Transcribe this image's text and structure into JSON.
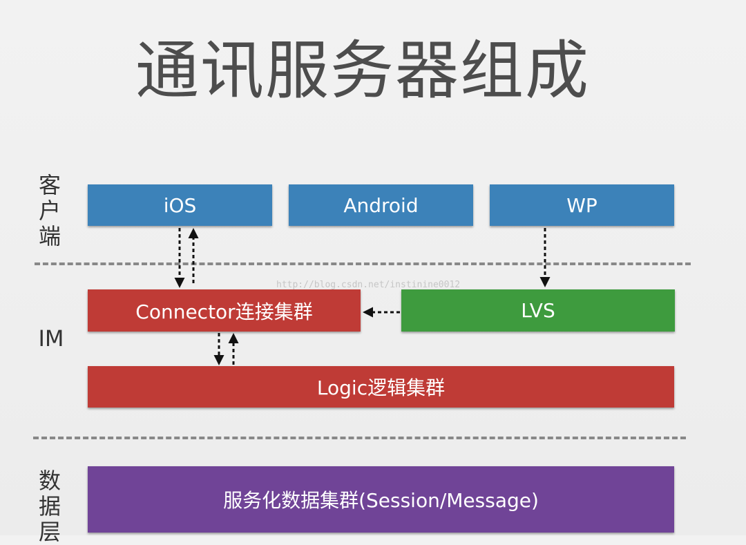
{
  "title": "通讯服务器组成",
  "layers": {
    "client": "客\n户\n端",
    "im": "IM",
    "data": "数\n据\n层"
  },
  "boxes": {
    "ios": "iOS",
    "android": "Android",
    "wp": "WP",
    "connector": "Connector连接集群",
    "lvs": "LVS",
    "logic": "Logic逻辑集群",
    "data": "服务化数据集群(Session/Message)"
  },
  "watermark": "http://blog.csdn.net/instinine0012",
  "colors": {
    "client_box": "#3c82b9",
    "im_box": "#bf3b36",
    "lvs_box": "#3e9b3e",
    "data_box": "#704497"
  }
}
